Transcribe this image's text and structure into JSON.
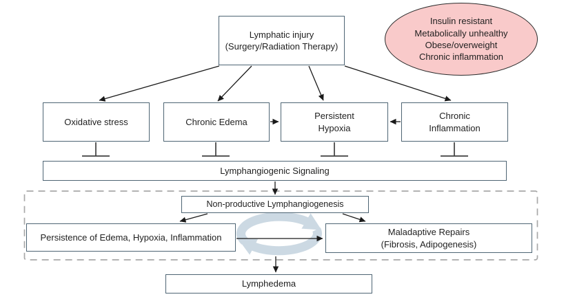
{
  "nodes": {
    "lymphatic_injury": {
      "line1": "Lymphatic injury",
      "line2": "(Surgery/Radiation Therapy)"
    },
    "oxidative_stress": {
      "label": "Oxidative stress"
    },
    "chronic_edema": {
      "label": "Chronic Edema"
    },
    "persistent_hypoxia": {
      "line1": "Persistent",
      "line2": "Hypoxia"
    },
    "chronic_inflammation": {
      "line1": "Chronic",
      "line2": "Inflammation"
    },
    "lymphangiogenic_signaling": {
      "label": "Lymphangiogenic Signaling"
    },
    "non_productive": {
      "label": "Non-productive Lymphangiogenesis"
    },
    "persistence": {
      "label": "Persistence of Edema, Hypoxia, Inflammation"
    },
    "maladaptive": {
      "line1": "Maladaptive Repairs",
      "line2": "(Fibrosis, Adipogenesis)"
    },
    "lymphedema": {
      "label": "Lymphedema"
    }
  },
  "risk_factors": {
    "lines": [
      "Insulin resistant",
      "Metabolically unhealthy",
      "Obese/overweight",
      "Chronic inflammation"
    ]
  },
  "colors": {
    "box_border": "#4d6473",
    "box_fill": "#ffffff",
    "risk_fill": "#f9caca",
    "risk_border": "#2b2b2b",
    "cycle_fill": "#ccd9e3",
    "dash_border": "#a8a8a8",
    "arrow": "#1a1a1a",
    "inhibitor": "#404040",
    "text": "#1f1f1f"
  }
}
